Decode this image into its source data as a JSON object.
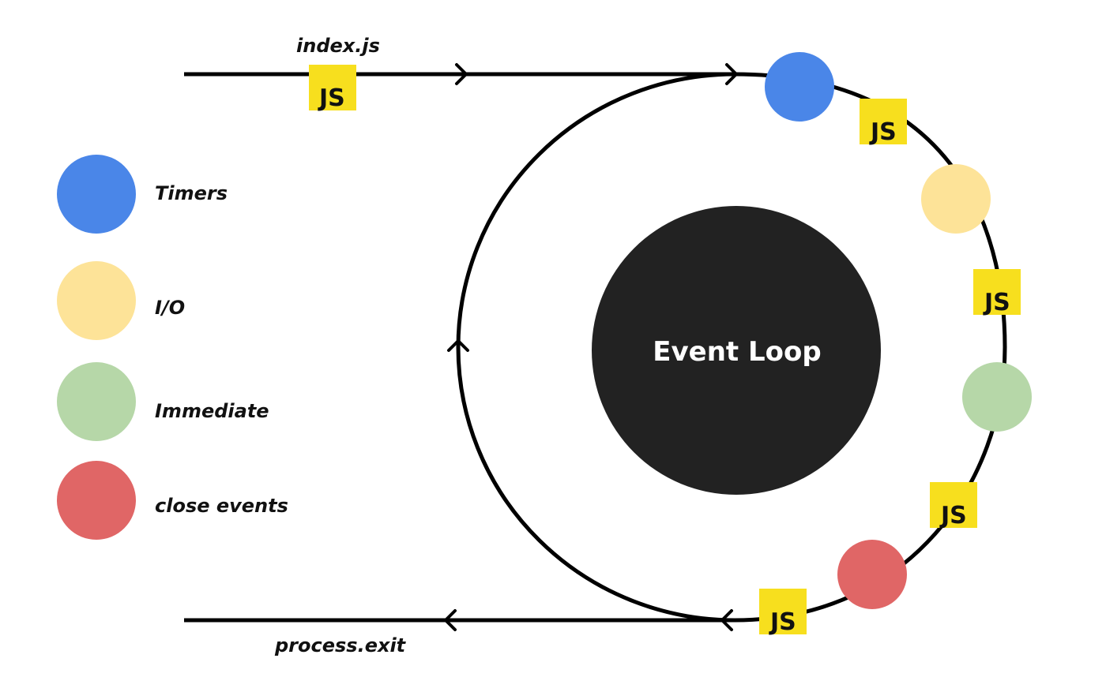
{
  "entry_label": "index.js",
  "exit_label": "process.exit",
  "center_label": "Event Loop",
  "js_badge_text": "JS",
  "colors": {
    "timers": "#4a86e8",
    "io": "#fde398",
    "immediate": "#b6d7a8",
    "close": "#e06666",
    "js_badge": "#f7df1e",
    "center": "#222222"
  },
  "legend": [
    {
      "label": "Timers",
      "color_key": "timers"
    },
    {
      "label": "I/O",
      "color_key": "io"
    },
    {
      "label": "Immediate",
      "color_key": "immediate"
    },
    {
      "label": "close events",
      "color_key": "close"
    }
  ]
}
